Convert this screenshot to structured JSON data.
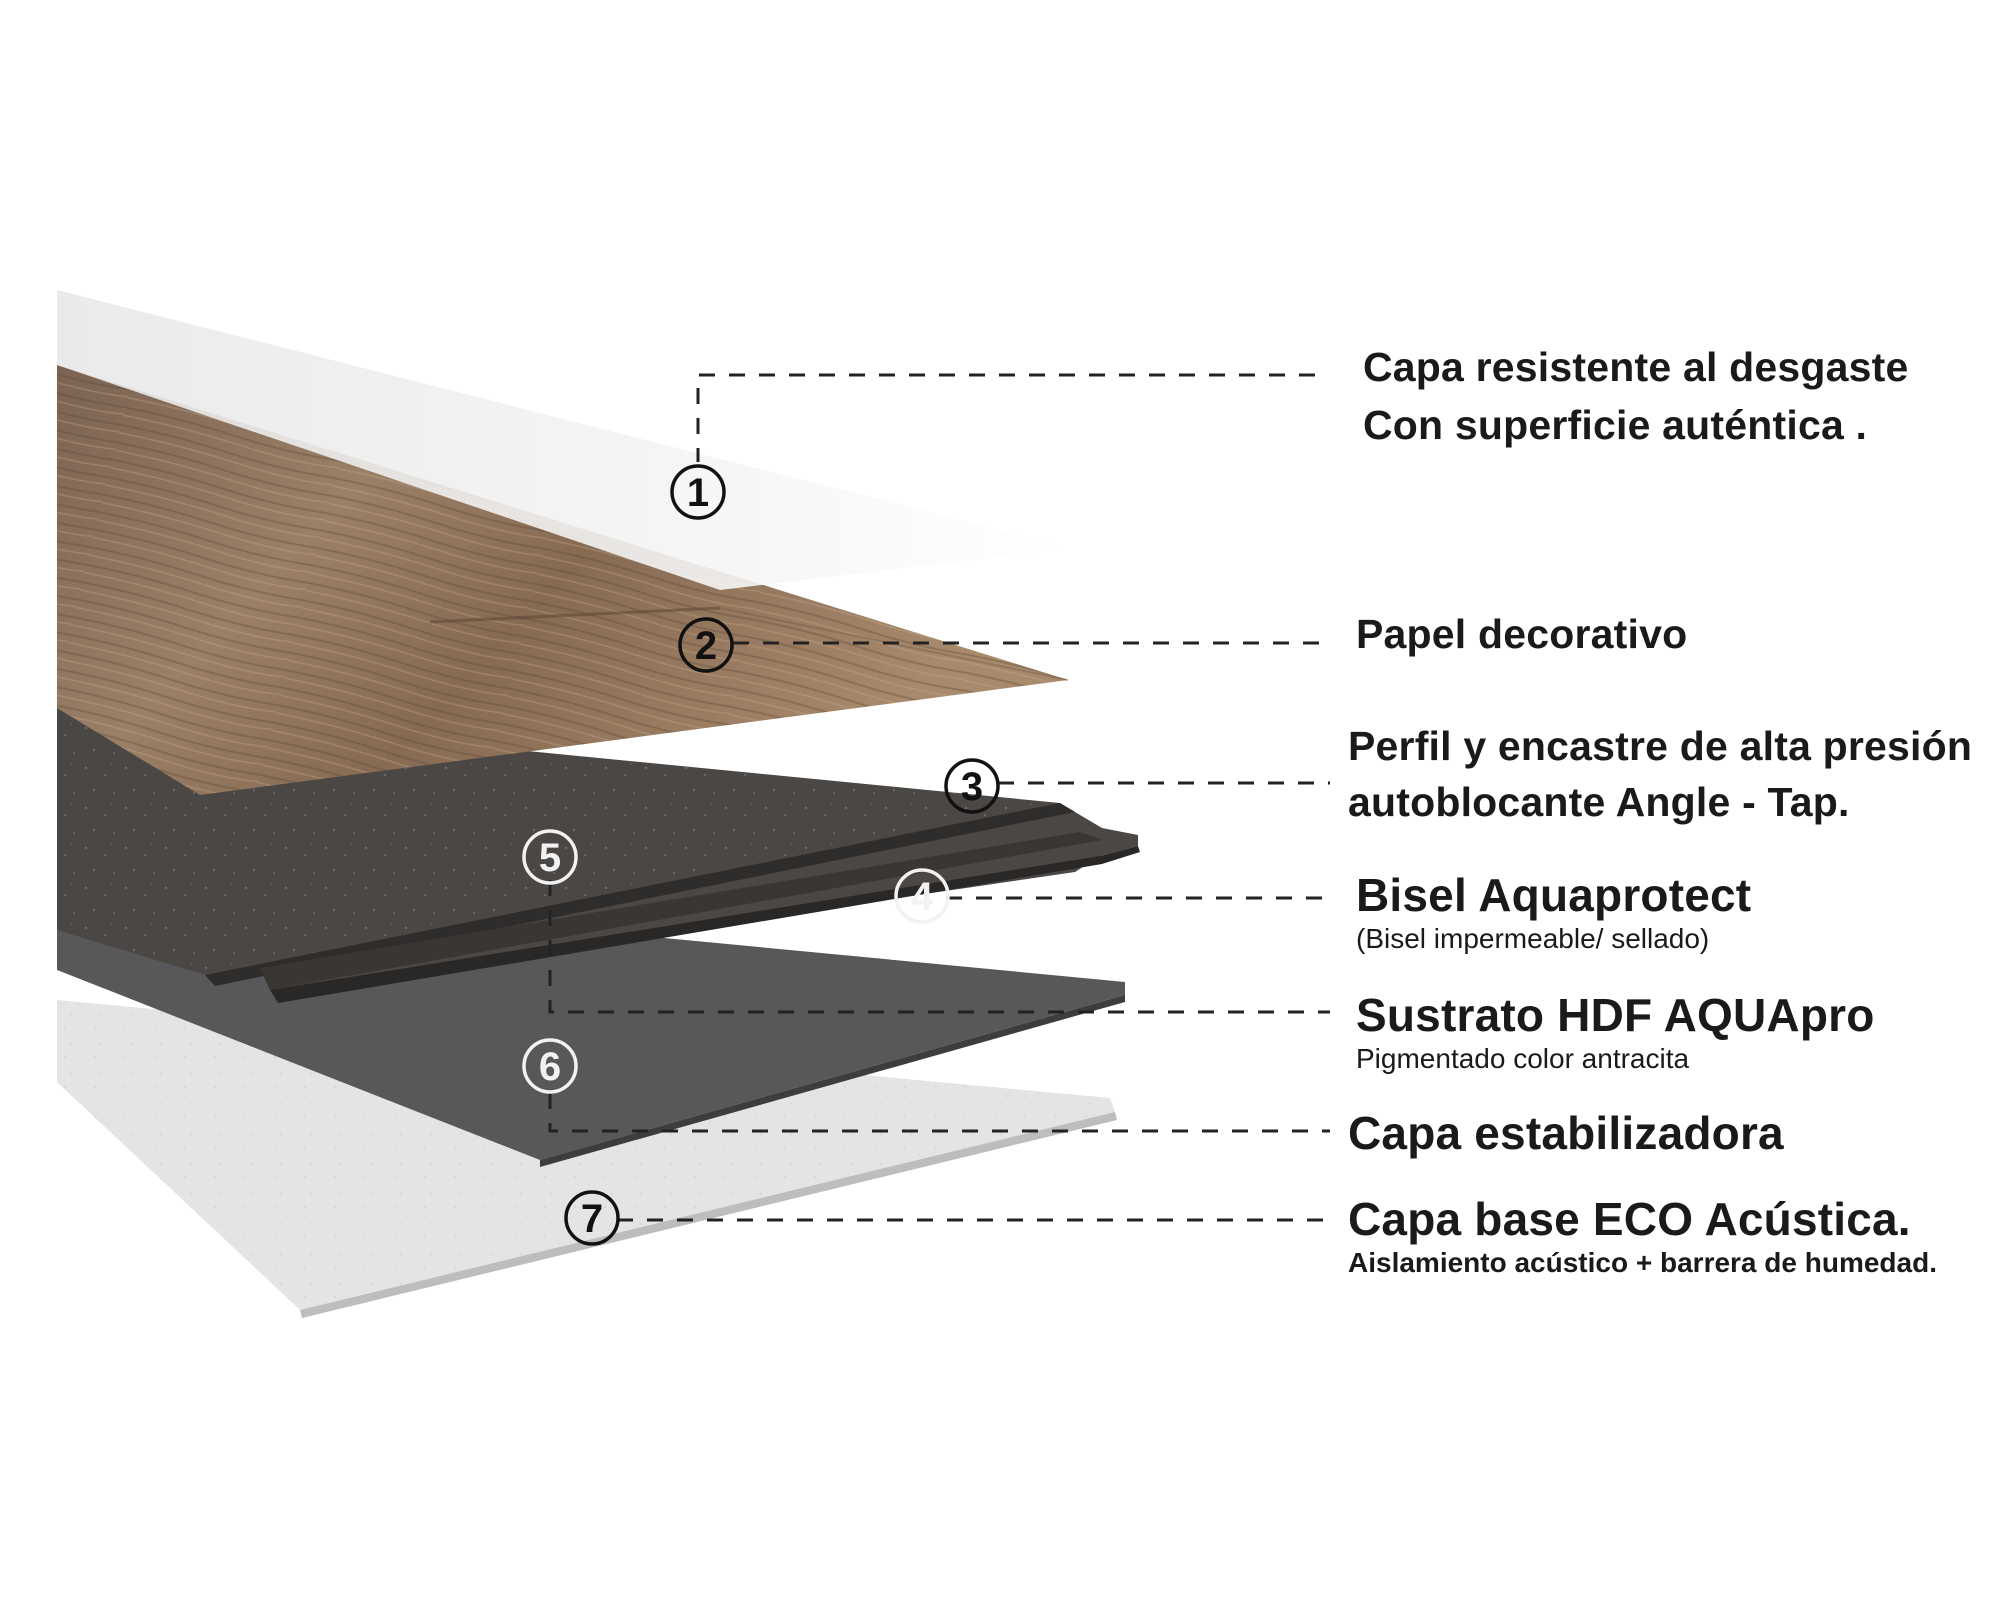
{
  "layers": [
    {
      "number": "1",
      "title_lines": [
        "Capa resistente al desgaste",
        "Con superficie auténtica ."
      ]
    },
    {
      "number": "2",
      "title_lines": [
        "Papel decorativo"
      ]
    },
    {
      "number": "3",
      "title_lines": [
        "Perfil y encastre de alta presión",
        "autoblocante Angle - Tap."
      ]
    },
    {
      "number": "4",
      "title": "Bisel Aquaprotect",
      "subtitle": "(Bisel impermeable/ sellado)"
    },
    {
      "number": "5",
      "title": "Sustrato HDF AQUApro",
      "subtitle": "Pigmentado color antracita"
    },
    {
      "number": "6",
      "title": "Capa estabilizadora"
    },
    {
      "number": "7",
      "title": "Capa base ECO Acústica.",
      "subtitle": "Aislamiento acústico + barrera de humedad."
    }
  ],
  "colors": {
    "wear_layer": "#f1f1f1",
    "decor_wood": "#8a6f58",
    "hdf_core": "#4a4745",
    "stabilizer": "#5e5e60",
    "base_layer": "#ededed",
    "line": "#222222"
  }
}
